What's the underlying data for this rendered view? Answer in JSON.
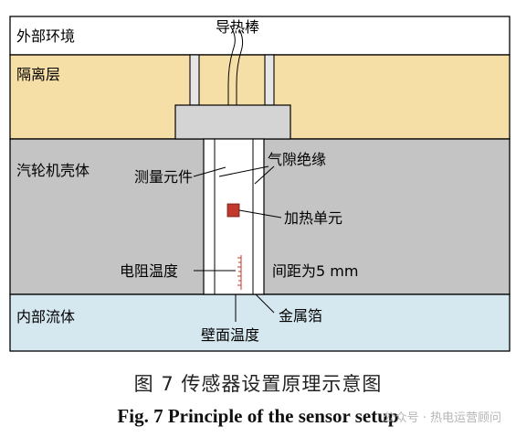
{
  "diagram": {
    "layers": {
      "outside": "外部环境",
      "insulation": "隔离层",
      "casing": "汽轮机壳体",
      "fluid": "内部流体"
    },
    "labels": {
      "heat_rod": "导热棒",
      "measure_element": "测量元件",
      "air_gap": "气隙绝缘",
      "heating_unit": "加热单元",
      "resistance_temp": "电阻温度",
      "spacing": "间距为5 mm",
      "metal_foil": "金属箔",
      "wall_temp": "壁面温度"
    },
    "colors": {
      "outside": "#ffffff",
      "insulation": "#f6dfa6",
      "casing": "#c4c4c4",
      "fluid": "#d5e7ef",
      "cap_block": "#d4d4d4",
      "heater": "#c0392b",
      "scale": "#c0392b"
    }
  },
  "caption": {
    "cn": "图 7   传感器设置原理示意图",
    "en": "Fig. 7    Principle of the sensor setup"
  },
  "watermark": "公众号 · 热电运营顾问"
}
